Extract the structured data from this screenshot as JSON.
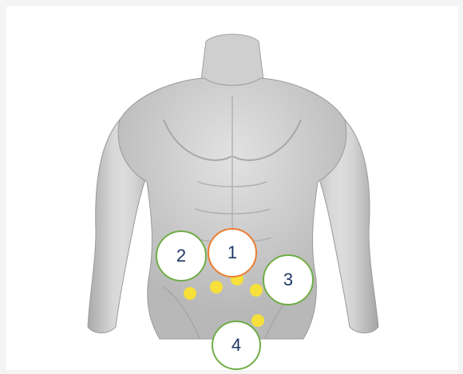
{
  "markers": [
    {
      "label": "1",
      "color": "#ed7d31"
    },
    {
      "label": "2",
      "color": "#70ad47"
    },
    {
      "label": "3",
      "color": "#70ad47"
    },
    {
      "label": "4",
      "color": "#70ad47"
    }
  ],
  "colors": {
    "body": "#cfcfcf",
    "body_shadow": "#9c9c9c",
    "injection_dot": "#f7e03a",
    "marker_text": "#1f3864"
  },
  "icons": {
    "figure": "male-torso-illustration",
    "dot": "injection-site-dot"
  }
}
